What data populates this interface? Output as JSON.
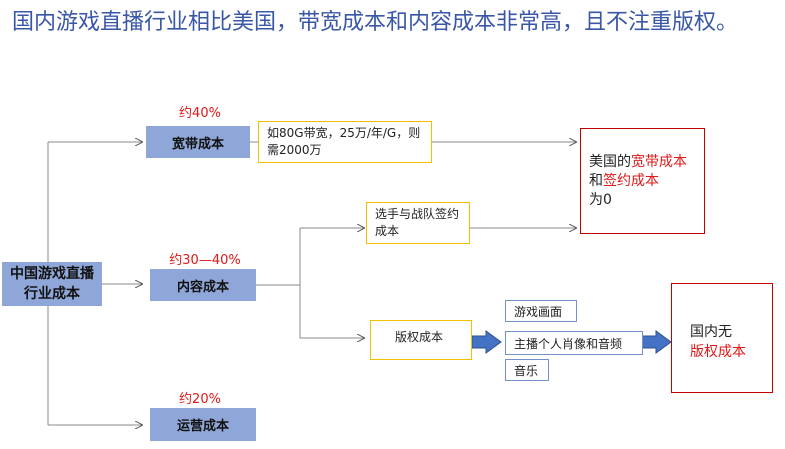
{
  "title": "国内游戏直播行业相比美国，带宽成本和内容成本非常高，且不注重版权。",
  "root": "中国游戏直播行业成本",
  "branches": {
    "bandwidth": {
      "pct": "约40%",
      "label": "宽带成本",
      "note": "如80G带宽，25万/年/G，则需2000万"
    },
    "content": {
      "pct": "约30—40%",
      "label": "内容成本"
    },
    "ops": {
      "pct": "约20%",
      "label": "运营成本"
    }
  },
  "content_sub": {
    "players": "选手与战队签约成本",
    "copyright": "版权成本"
  },
  "copyright_items": [
    "游戏画面",
    "主播个人肖像和音频",
    "音乐"
  ],
  "us_box": {
    "p1": "美国的",
    "r1": "宽带成本",
    "p2": "和",
    "r2": "签约成本",
    "p3": "为0"
  },
  "cn_box": {
    "p1": "国内无",
    "r1": "版权成本"
  },
  "colors": {
    "title": "#3a57a7",
    "blue_box": "#8fa7d8",
    "yellow_border": "#f0c000",
    "red_border": "#c00000",
    "red_text": "#e01818",
    "arrow": "#4472c4"
  }
}
